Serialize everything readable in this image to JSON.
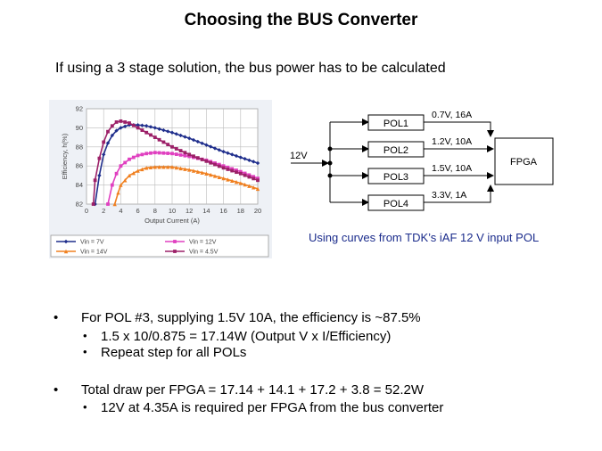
{
  "slide": {
    "title": "Choosing the BUS Converter",
    "subtitle": "If using a 3 stage solution, the bus power has to be calculated",
    "caption": "Using curves from TDK’s iAF 12 V input POL",
    "bullets": [
      {
        "text": "For POL #3, supplying 1.5V 10A, the efficiency is ~87.5%",
        "sub": [
          "1.5 x 10/0.875 = 17.14W (Output V x I/Efficiency)",
          "Repeat step for all POLs"
        ]
      },
      {
        "text": "Total draw per FPGA = 17.14 + 14.1 + 17.2 + 3.8 = 52.2W",
        "sub": [
          "12V at 4.35A is required per FPGA from the bus converter"
        ]
      }
    ]
  },
  "diagram": {
    "input_label": "12V",
    "pols": [
      {
        "label": "POL1",
        "output": "0.7V, 16A"
      },
      {
        "label": "POL2",
        "output": "1.2V, 10A"
      },
      {
        "label": "POL3",
        "output": "1.5V, 10A"
      },
      {
        "label": "POL4",
        "output": "3.3V, 1A"
      }
    ],
    "load_label": "FPGA"
  },
  "chart_data": {
    "type": "line",
    "xlabel": "Output Current (A)",
    "ylabel": "Efficiency, h(%)",
    "xlim": [
      0,
      20
    ],
    "ylim": [
      82,
      92
    ],
    "xticks": [
      0,
      2,
      4,
      6,
      8,
      10,
      12,
      14,
      16,
      18,
      20
    ],
    "yticks": [
      82,
      84,
      86,
      88,
      90,
      92
    ],
    "grid": true,
    "legend_position": "bottom",
    "series": [
      {
        "name": "Vin = 7V",
        "color": "#1f2e8c",
        "marker": "diamond",
        "x": [
          1,
          1.5,
          2,
          2.5,
          3,
          3.5,
          4,
          5,
          6,
          7,
          8,
          10,
          12,
          14,
          16,
          18,
          20
        ],
        "y": [
          82,
          85,
          87.2,
          88.4,
          89.2,
          89.7,
          90,
          90.3,
          90.3,
          90.2,
          90,
          89.5,
          88.9,
          88.2,
          87.5,
          86.9,
          86.3
        ]
      },
      {
        "name": "Vin = 12V",
        "color": "#e040c0",
        "marker": "square",
        "x": [
          2.5,
          3,
          3.5,
          4,
          5,
          6,
          7,
          8,
          10,
          12,
          14,
          16,
          18,
          20
        ],
        "y": [
          82,
          84,
          85.2,
          86,
          86.7,
          87.1,
          87.3,
          87.4,
          87.3,
          87,
          86.6,
          86,
          85.4,
          84.7
        ]
      },
      {
        "name": "Vin = 14V",
        "color": "#f08020",
        "marker": "triangle",
        "x": [
          3.3,
          3.7,
          4,
          5,
          6,
          7,
          8,
          10,
          12,
          14,
          16,
          18,
          20
        ],
        "y": [
          82,
          83.2,
          84,
          85,
          85.5,
          85.8,
          85.9,
          85.9,
          85.6,
          85.2,
          84.7,
          84.2,
          83.6
        ]
      },
      {
        "name": "Vin = 4.5V",
        "color": "#9c2068",
        "marker": "square",
        "x": [
          0.8,
          1,
          1.5,
          2,
          2.5,
          3,
          3.5,
          4,
          5,
          6,
          7,
          8,
          10,
          12,
          14,
          16,
          18,
          20
        ],
        "y": [
          82,
          84.5,
          86.8,
          88.5,
          89.6,
          90.2,
          90.6,
          90.7,
          90.5,
          90,
          89.5,
          89,
          88,
          87.2,
          86.5,
          85.8,
          85.2,
          84.5
        ]
      }
    ]
  }
}
